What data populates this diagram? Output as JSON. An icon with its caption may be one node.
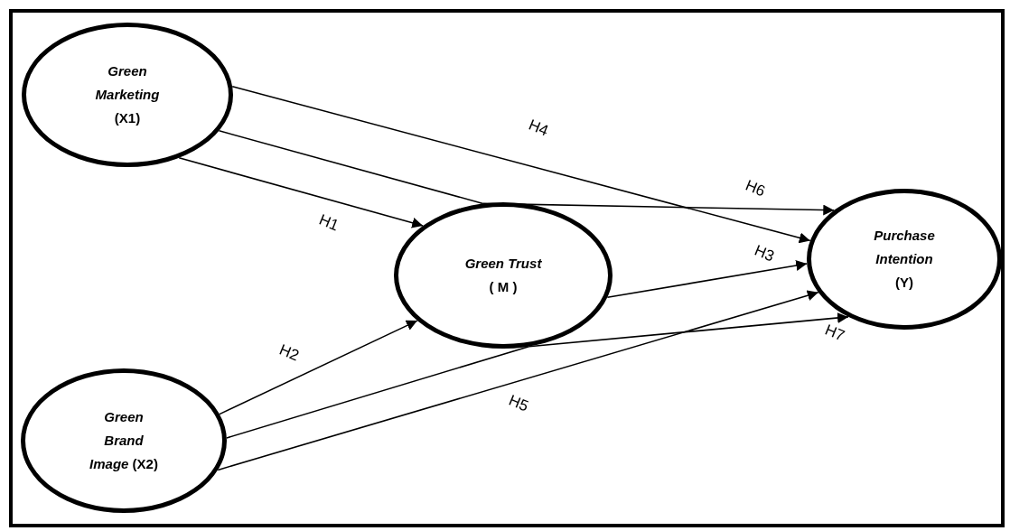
{
  "diagram": {
    "nodes": [
      {
        "text": [
          "Green Marketing",
          "(X1)"
        ]
      },
      {
        "text": [
          "Green Trust",
          "( M )"
        ]
      },
      {
        "text": [
          "Purchase Intention",
          "(Y)"
        ]
      },
      {
        "text": [
          "*Green Brand Image* (X2)"
        ]
      }
    ],
    "edges": [
      {
        "from": 0,
        "to": 1,
        "arrow": "to",
        "label": "H1"
      },
      {
        "from": 3,
        "to": 1,
        "arrow": "to",
        "label": "H2"
      },
      {
        "from": 1,
        "to": 2,
        "arrow": "to",
        "label": "H3"
      },
      {
        "from": 0,
        "to": 2,
        "arrow": "to",
        "label": "H4"
      },
      {
        "from": 3,
        "to": 2,
        "arrow": "to",
        "label": "H5"
      },
      {
        "from": 0,
        "to": 1,
        "arrow": "none"
      },
      {
        "from": 1,
        "to": 2,
        "arrow": "to",
        "label": "H6"
      },
      {
        "from": 3,
        "to": 1,
        "arrow": "none"
      },
      {
        "from": 1,
        "to": 2,
        "arrow": "to",
        "label": "H7"
      }
    ]
  }
}
